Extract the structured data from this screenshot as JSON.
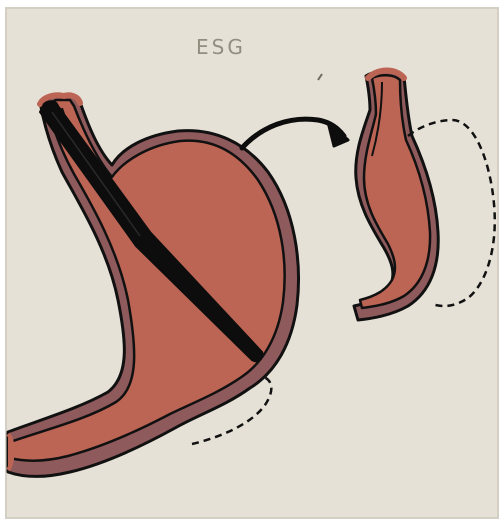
{
  "diagram": {
    "title": "ESG",
    "colors": {
      "paper": "#e6e1d6",
      "paper_shadow": "#d9d4c9",
      "stomach_inner": "#bd6555",
      "stomach_wall": "#8f5a5c",
      "outline": "#111111",
      "scope": "#0d0d0d"
    },
    "elements": {
      "before": "stomach-full-with-endoscope",
      "transition": "curved-arrow",
      "after": "stomach-sleeve-reduced",
      "removed_outline": "dashed-line"
    }
  }
}
